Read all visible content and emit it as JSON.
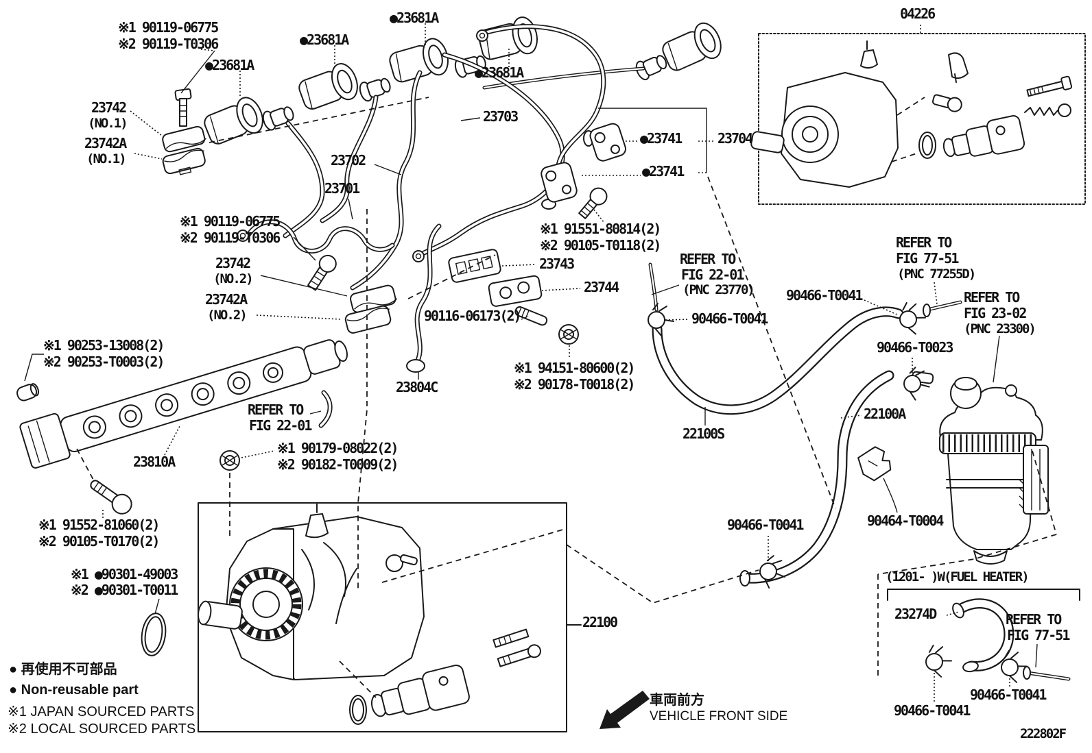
{
  "colors": {
    "ink": "#1a1a1a",
    "paper": "#ffffff"
  },
  "figure": {
    "code": "222802F"
  },
  "boxes": {
    "supply_pump": "04226",
    "fuel_heater_note": "(1201-      )W(FUEL HEATER)"
  },
  "parts": {
    "bolt_90119_jp": "※1 90119-06775",
    "bolt_90119_local": "※2 90119-T0306",
    "clamp_23742": "23742",
    "clamp_23742A": "23742A",
    "no1": "(NO.1)",
    "no2": "(NO.2)",
    "seal_23681A": "●23681A",
    "pipe_23703": "23703",
    "pipe_23702": "23702",
    "pipe_23701": "23701",
    "bracket_23741": "●23741",
    "pipe_23704": "23704",
    "bolt_91551_jp": "※1 91551-80814(2)",
    "bolt_91551_local": "※2 90105-T0118(2)",
    "clamp_23743": "23743",
    "clamp_23744": "23744",
    "stud_90116": "90116-06173(2)",
    "nut_94151_jp": "※1 94151-80600(2)",
    "nut_94151_local": "※2 90178-T0018(2)",
    "pipe_23804C": "23804C",
    "clamp_90466_T0041": "90466-T0041",
    "clamp_90466_T0023": "90466-T0023",
    "hose_22100A": "22100A",
    "hose_22100S": "22100S",
    "ring_90253_jp": "※1 90253-13008(2)",
    "ring_90253_local": "※2 90253-T0003(2)",
    "rail_23810A": "23810A",
    "nut_90179_jp": "※1 90179-08022(2)",
    "nut_90179_local": "※2 90182-T0009(2)",
    "bolt_91552_jp": "※1 91552-81060(2)",
    "bolt_91552_local": "※2 90105-T0170(2)",
    "oring_90301_jp": "※1 ●90301-49003",
    "oring_90301_local": "※2 ●90301-T0011",
    "pump_22100": "22100",
    "bracket_90464": "90464-T0004",
    "hose_23274D": "23274D"
  },
  "refs": {
    "refer_to": "REFER TO",
    "fig_22_01": "FIG 22-01",
    "pnc_23770": "(PNC 23770)",
    "fig_77_51": "FIG 77-51",
    "pnc_77255D": "(PNC 77255D)",
    "fig_23_02": "FIG 23-02",
    "pnc_23300": "(PNC 23300)"
  },
  "legend": {
    "nonreusable_jp": "● 再使用不可部品",
    "nonreusable_en": "● Non-reusable part",
    "japan": "※1 JAPAN SOURCED PARTS",
    "local": "※2 LOCAL SOURCED PARTS"
  },
  "front": {
    "jp": "車両前方",
    "en": "VEHICLE FRONT SIDE"
  }
}
